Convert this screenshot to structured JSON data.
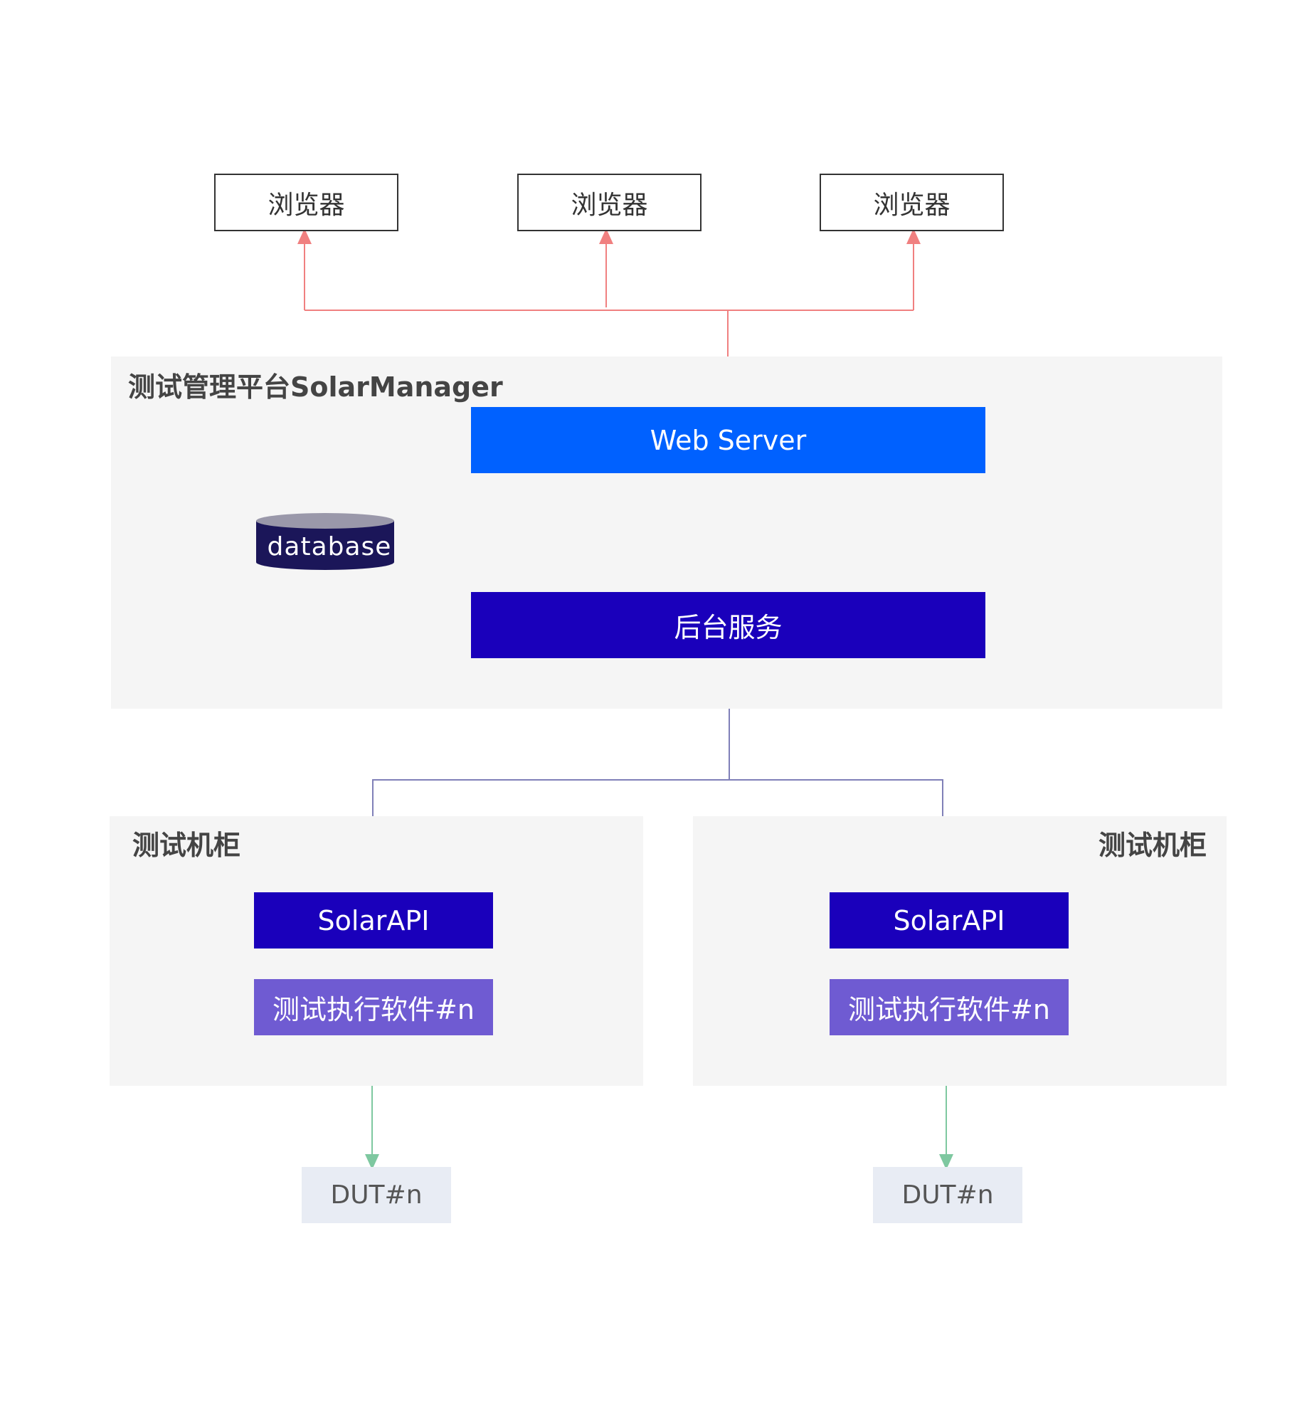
{
  "browsers": [
    {
      "label": "浏览器"
    },
    {
      "label": "浏览器"
    },
    {
      "label": "浏览器"
    }
  ],
  "platform": {
    "title": "测试管理平台SolarManager",
    "web_server": "Web Server",
    "backend": "后台服务",
    "database": "database"
  },
  "cabinets": [
    {
      "title": "测试机柜",
      "api": "SolarAPI",
      "exec": "测试执行软件#n",
      "dut": "DUT#n"
    },
    {
      "title": "测试机柜",
      "api": "SolarAPI",
      "exec": "测试执行软件#n",
      "dut": "DUT#n"
    }
  ],
  "colors": {
    "web_server": "#0061ff",
    "backend": "#1a00bb",
    "api": "#1a00bb",
    "exec": "#6f5bd2",
    "database": "#1b1659",
    "panel_bg": "#f5f5f5",
    "browser_link": "#f08080",
    "db_link": "#888888",
    "cabinet_link": "#8080b8",
    "dut_link": "#7ec8a0"
  }
}
